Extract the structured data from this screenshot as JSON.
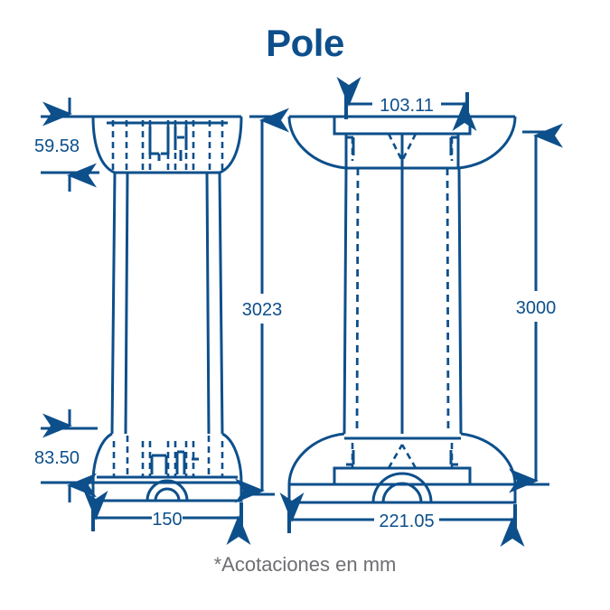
{
  "drawing": {
    "title": "Pole",
    "footnote": "*Acotaciones en mm",
    "line_color": "#0d4f8b",
    "title_color": "#0d4f8b",
    "footnote_color": "#6e6e73",
    "background": "#ffffff",
    "units": "mm"
  },
  "views": {
    "left": {
      "name": "side-elevation",
      "dimensions": {
        "top_cap_height": "59.58",
        "base_height": "83.50",
        "overall_height": "3023",
        "base_width": "150"
      }
    },
    "right": {
      "name": "front-elevation",
      "dimensions": {
        "top_cap_width": "103.11",
        "overall_height": "3000",
        "base_width": "221.05"
      }
    }
  },
  "dimension_labels": [
    {
      "id": "top-cap-height",
      "value": "59.58",
      "orientation": "vertical",
      "view": "left"
    },
    {
      "id": "base-height",
      "value": "83.50",
      "orientation": "vertical",
      "view": "left"
    },
    {
      "id": "overall-height-left",
      "value": "3023",
      "orientation": "vertical",
      "view": "left"
    },
    {
      "id": "base-width-left",
      "value": "150",
      "orientation": "horizontal",
      "view": "left"
    },
    {
      "id": "top-cap-width",
      "value": "103.11",
      "orientation": "horizontal",
      "view": "right"
    },
    {
      "id": "overall-height-right",
      "value": "3000",
      "orientation": "vertical",
      "view": "right"
    },
    {
      "id": "base-width-right",
      "value": "221.05",
      "orientation": "horizontal",
      "view": "right"
    }
  ]
}
